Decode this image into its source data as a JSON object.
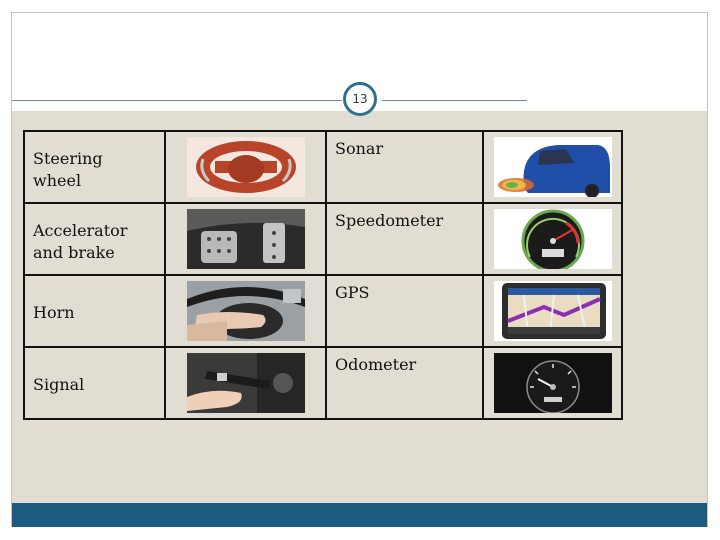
{
  "slide_number": "13",
  "rows": [
    {
      "left_label": "Steering\nwheel",
      "left_icon": "steering-wheel-icon",
      "right_label": "Sonar",
      "right_icon": "parking-sonar-car-icon"
    },
    {
      "left_label": "Accelerator\nand brake",
      "left_icon": "accelerator-brake-pedals-icon",
      "right_label": "Speedometer",
      "right_icon": "speedometer-gauge-icon"
    },
    {
      "left_label": "Horn",
      "left_icon": "horn-hand-on-wheel-icon",
      "right_label": "GPS",
      "right_icon": "gps-navigator-icon"
    },
    {
      "left_label": "Signal",
      "left_icon": "turn-signal-lever-icon",
      "right_label": "Odometer",
      "right_icon": "odometer-gauge-icon"
    }
  ],
  "colors": {
    "content_background": "#e2ddd3",
    "footer_bar": "#1d5b80",
    "slide_number_ring": "#2f6f8f",
    "table_border": "#111111"
  }
}
